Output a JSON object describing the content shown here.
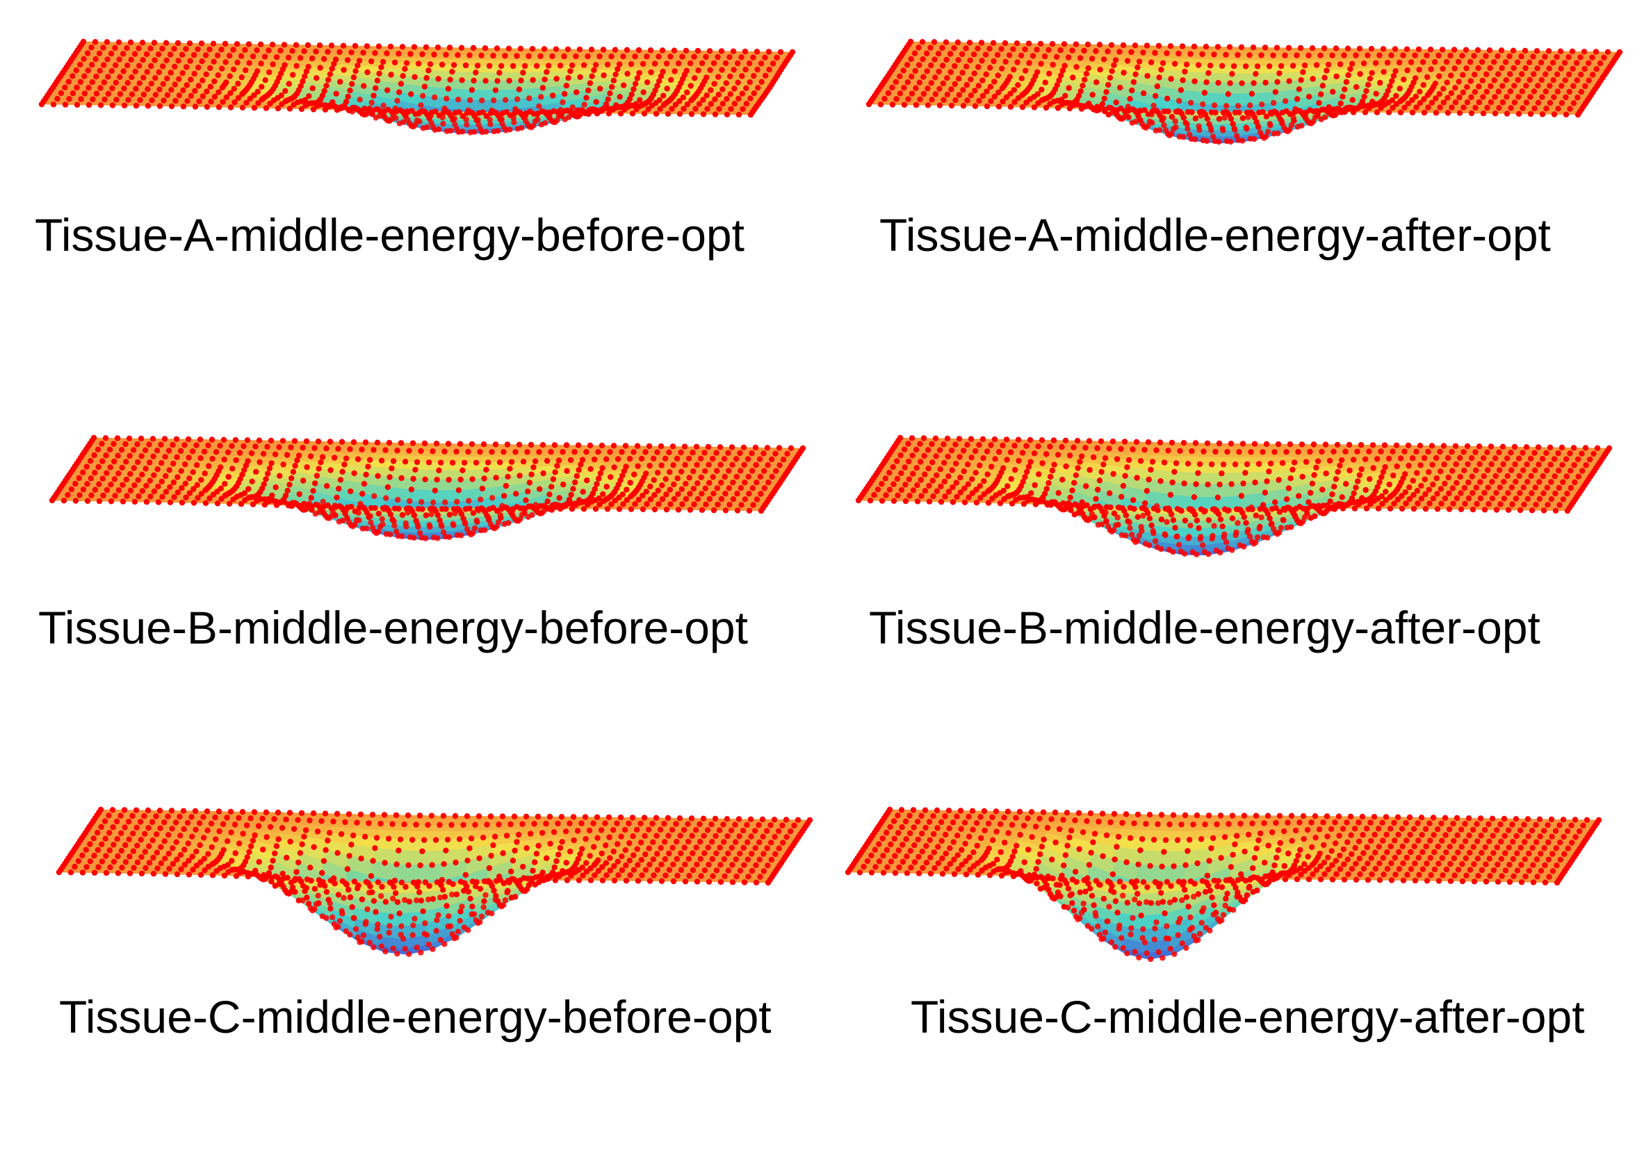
{
  "figure": {
    "panels": [
      {
        "caption": "Tissue-A-middle-energy-before-opt",
        "depth": 0.45,
        "width": 0.38,
        "center": 0.58,
        "opt": false
      },
      {
        "caption": "Tissue-A-middle-energy-after-opt",
        "depth": 0.55,
        "width": 0.34,
        "center": 0.47,
        "opt": true
      },
      {
        "caption": "Tissue-B-middle-energy-before-opt",
        "depth": 0.55,
        "width": 0.36,
        "center": 0.5,
        "opt": false
      },
      {
        "caption": "Tissue-B-middle-energy-after-opt",
        "depth": 0.7,
        "width": 0.34,
        "center": 0.45,
        "opt": true
      },
      {
        "caption": "Tissue-C-middle-energy-before-opt",
        "depth": 0.95,
        "width": 0.3,
        "center": 0.46,
        "opt": false
      },
      {
        "caption": "Tissue-C-middle-energy-after-opt",
        "depth": 1.0,
        "width": 0.26,
        "center": 0.4,
        "opt": true
      }
    ],
    "colors": {
      "node": "#ff0000",
      "surface_high": "#f5e04a",
      "surface_mid": "#48d2c8",
      "surface_low": "#3f5bdd",
      "caption": "#000000"
    }
  }
}
